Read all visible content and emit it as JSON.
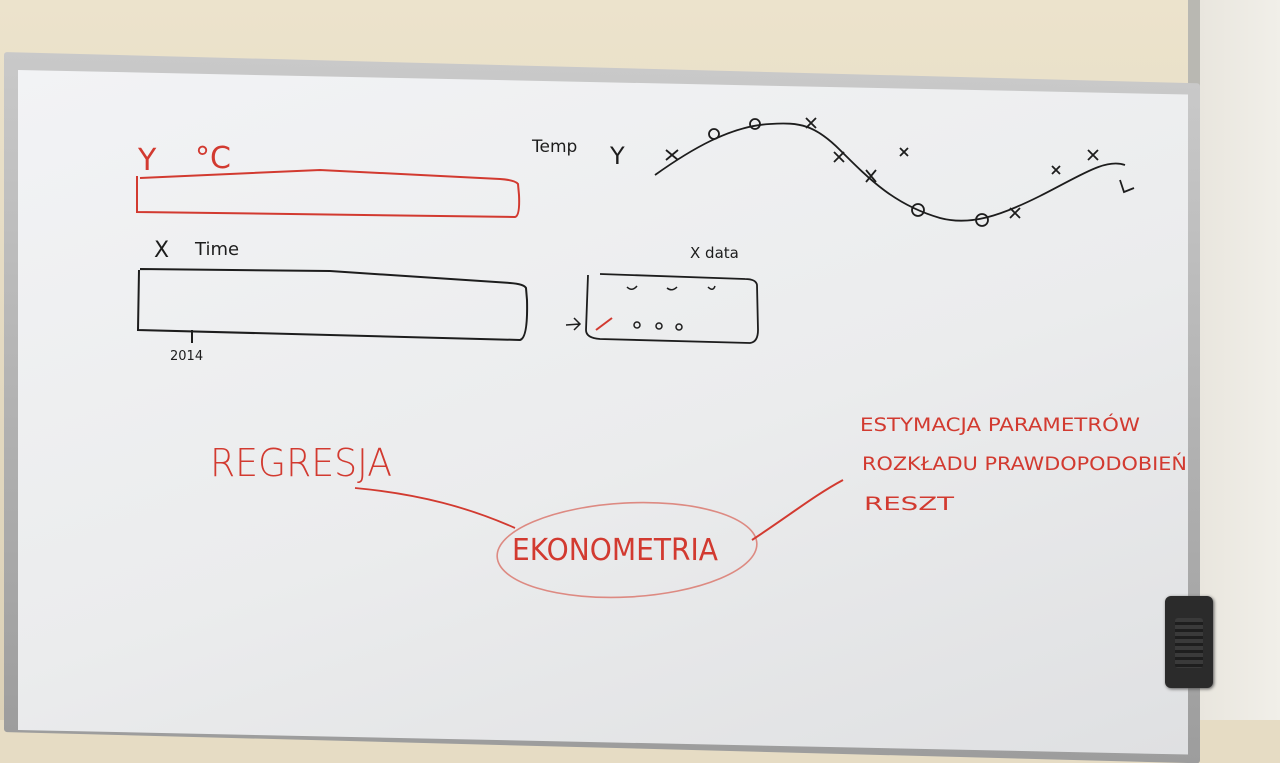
{
  "board": {
    "y_label": "Y",
    "degrees_label": "°C",
    "x_label": "X",
    "time_label": "Time",
    "year_label": "2014",
    "temp_label": "Temp",
    "temp_y_label": "Y",
    "xdata_label": "X data",
    "regresja_label": "REGRESJA",
    "ekonometria_label": "EKONOMETRIA",
    "topics": [
      "ESTYMACJA PARAMETRÓW",
      "ROZKŁADU PRAWDOPODOBIEŃ",
      "RESZT"
    ]
  },
  "colors": {
    "red_marker": "#d23a30",
    "black_marker": "#1d1d1d"
  }
}
